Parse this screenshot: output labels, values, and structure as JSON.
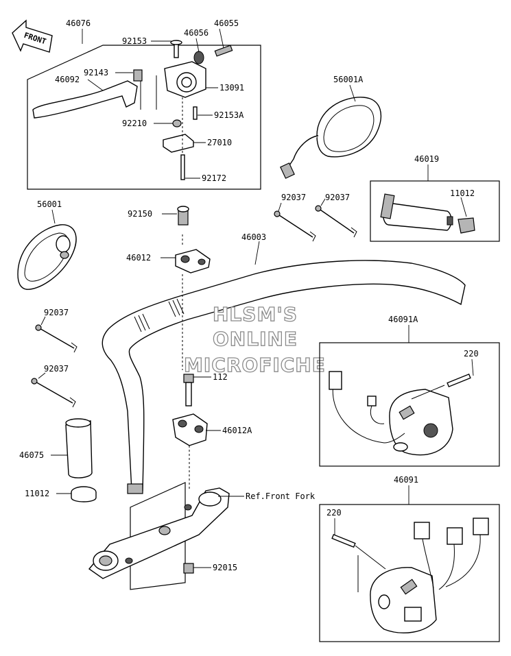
{
  "front_arrow": {
    "text": "FRONT"
  },
  "watermark": {
    "line1": "HLSM'S",
    "line2": "ONLINE",
    "line3": "MICROFICHE"
  },
  "labels": {
    "p46076": "46076",
    "p46055": "46055",
    "p46056": "46056",
    "p92153": "92153",
    "p92143": "92143",
    "p46092": "46092",
    "p13091": "13091",
    "p92153A": "92153A",
    "p92210": "92210",
    "p27010": "27010",
    "p92172": "92172",
    "p56001A": "56001A",
    "p46019": "46019",
    "p11012_r": "11012",
    "p56001": "56001",
    "p92150": "92150",
    "p92037_t1": "92037",
    "p92037_t2": "92037",
    "p46003": "46003",
    "p46012": "46012",
    "p92037_l1": "92037",
    "p92037_l2": "92037",
    "p46091A": "46091A",
    "p220_a": "220",
    "p112": "112",
    "p46012A": "46012A",
    "p46075": "46075",
    "p11012_l": "11012",
    "ref_front_fork": "Ref.Front Fork",
    "p46091": "46091",
    "p220_b": "220",
    "p92015": "92015"
  }
}
